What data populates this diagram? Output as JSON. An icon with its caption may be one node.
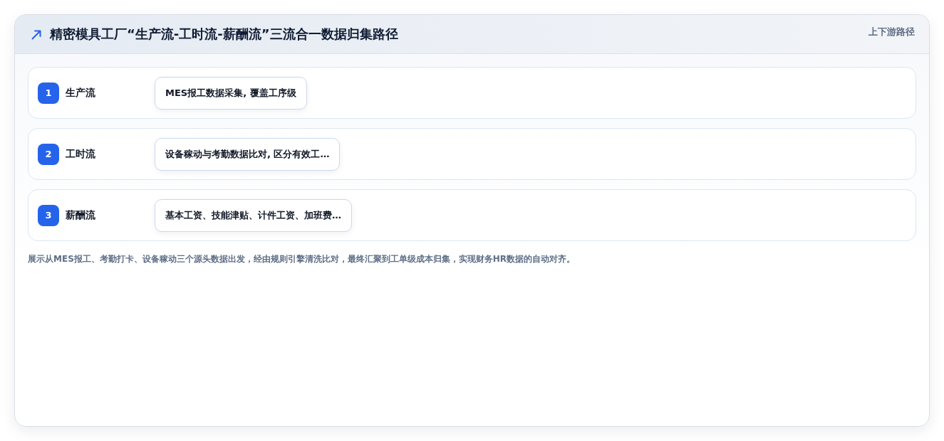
{
  "diagram": {
    "title": "精密模具工厂“生产流-工时流-薪酬流”三流合一数据归集路径",
    "nodes": [
      {
        "text": [
          "生产流"
        ]
      },
      {
        "text": [
          "1"
        ],
        "in": 0
      },
      {
        "text": [
          "MES报工数据采集, 覆盖工序级"
        ],
        "in": 0
      },
      {
        "text": [
          "工时流"
        ]
      },
      {
        "text": [
          "2"
        ],
        "in": 3
      },
      {
        "text": [
          "设备稼动与考勤数据比对, 区分有效工…"
        ],
        "in": 3
      },
      {
        "text": [
          "薪酬流"
        ]
      },
      {
        "text": [
          "3"
        ],
        "in": 6
      },
      {
        "text": [
          "基本工资、技能津贴、计件工资、加班费…"
        ],
        "in": 6
      }
    ],
    "labels": [
      "上下游路径"
    ],
    "caption": "展示从MES报工、考勤打卡、设备稼动三个源头数据出发，经由规则引擎清洗比对，最终汇聚到工单级成本归集，实现财务HR数据的自动对齐。"
  }
}
